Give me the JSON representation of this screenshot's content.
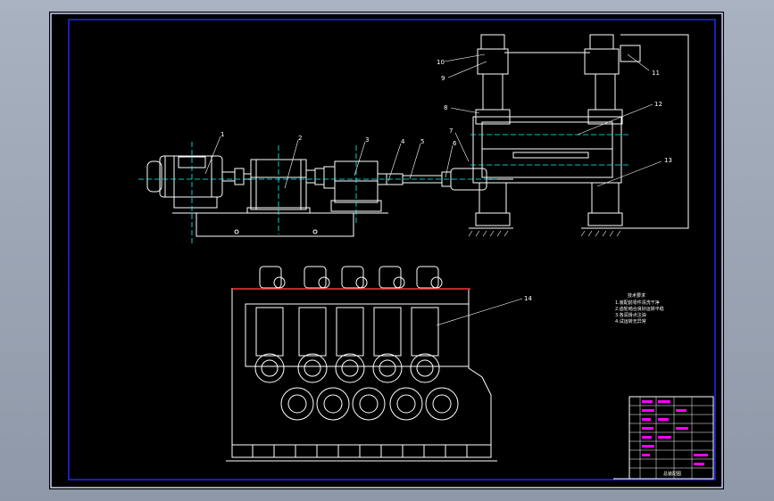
{
  "drawing": {
    "title": "",
    "colors": {
      "background": "#000000",
      "line": "#ffffff",
      "frame": "#2222ff",
      "red_line": "#ff3333",
      "magenta": "#ff00ff",
      "cyan": "#00ffff"
    },
    "part_labels": [
      "1",
      "2",
      "3",
      "4",
      "5",
      "6",
      "7",
      "8",
      "9",
      "10",
      "11",
      "12",
      "13",
      "14"
    ],
    "notes_title": "技术要求",
    "notes_lines": [
      "1.装配前零件清洗干净",
      "2.齿轮啮合良好运转平稳",
      "3.各润滑点注油",
      "4.试运转无异常"
    ],
    "title_block_caption": "总装配图"
  }
}
